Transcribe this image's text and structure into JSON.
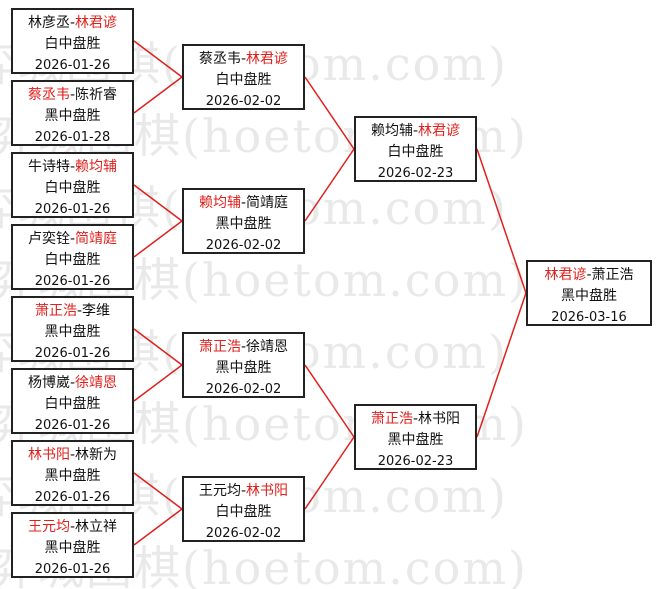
{
  "watermark": {
    "text": "弈城围棋(hoetom.com)"
  },
  "colors": {
    "winner": "#e0201c",
    "line": "#e0201c",
    "text": "#111111",
    "border": "#222222"
  },
  "rounds": [
    {
      "name": "round-1",
      "matches": [
        {
          "p1": "林彦丞",
          "p2": "林君谚",
          "winner": 2,
          "result": "白中盘胜",
          "date": "2026-01-26"
        },
        {
          "p1": "蔡丞韦",
          "p2": "陈祈睿",
          "winner": 1,
          "result": "黑中盘胜",
          "date": "2026-01-28"
        },
        {
          "p1": "牛诗特",
          "p2": "赖均辅",
          "winner": 2,
          "result": "白中盘胜",
          "date": "2026-01-26"
        },
        {
          "p1": "卢奕铨",
          "p2": "简靖庭",
          "winner": 2,
          "result": "白中盘胜",
          "date": "2026-01-26"
        },
        {
          "p1": "萧正浩",
          "p2": "李维",
          "winner": 1,
          "result": "黑中盘胜",
          "date": "2026-01-26"
        },
        {
          "p1": "杨博崴",
          "p2": "徐靖恩",
          "winner": 2,
          "result": "白中盘胜",
          "date": "2026-01-26"
        },
        {
          "p1": "林书阳",
          "p2": "林新为",
          "winner": 1,
          "result": "黑中盘胜",
          "date": "2026-01-26"
        },
        {
          "p1": "王元均",
          "p2": "林立祥",
          "winner": 1,
          "result": "黑中盘胜",
          "date": "2026-01-26"
        }
      ]
    },
    {
      "name": "round-2",
      "matches": [
        {
          "p1": "蔡丞韦",
          "p2": "林君谚",
          "winner": 2,
          "result": "白中盘胜",
          "date": "2026-02-02"
        },
        {
          "p1": "赖均辅",
          "p2": "简靖庭",
          "winner": 1,
          "result": "黑中盘胜",
          "date": "2026-02-02"
        },
        {
          "p1": "萧正浩",
          "p2": "徐靖恩",
          "winner": 1,
          "result": "黑中盘胜",
          "date": "2026-02-02"
        },
        {
          "p1": "王元均",
          "p2": "林书阳",
          "winner": 2,
          "result": "白中盘胜",
          "date": "2026-02-02"
        }
      ]
    },
    {
      "name": "round-3",
      "matches": [
        {
          "p1": "赖均辅",
          "p2": "林君谚",
          "winner": 2,
          "result": "白中盘胜",
          "date": "2026-02-23"
        },
        {
          "p1": "萧正浩",
          "p2": "林书阳",
          "winner": 1,
          "result": "黑中盘胜",
          "date": "2026-02-23"
        }
      ]
    },
    {
      "name": "final",
      "matches": [
        {
          "p1": "林君谚",
          "p2": "萧正浩",
          "winner": 1,
          "result": "黑中盘胜",
          "date": "2026-03-16"
        }
      ]
    }
  ]
}
